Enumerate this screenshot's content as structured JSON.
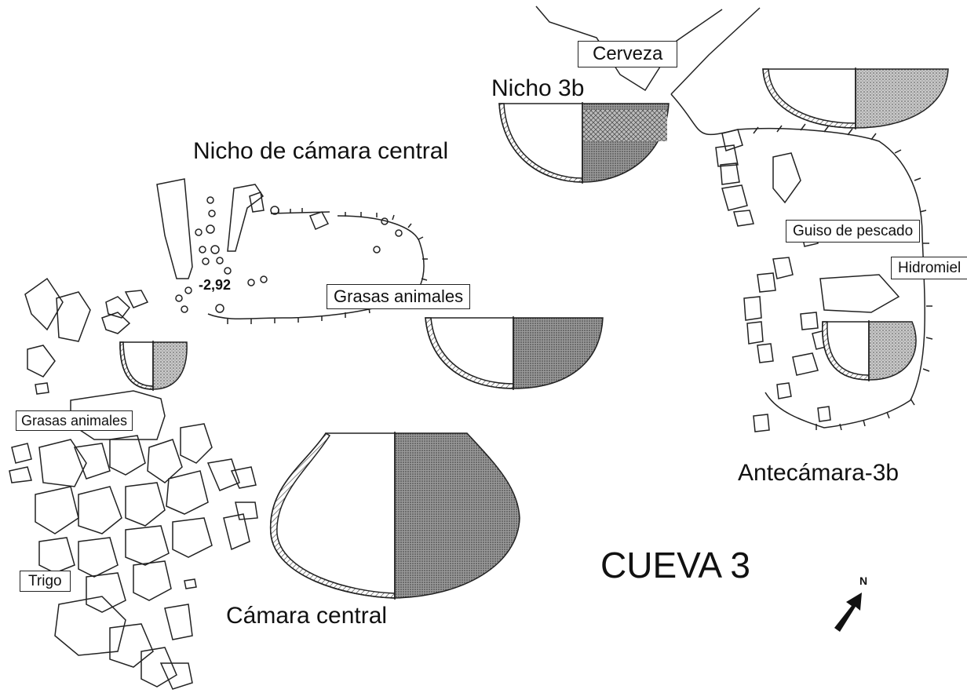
{
  "title": "CUEVA 3",
  "north_arrow": {
    "label": "N",
    "icon": "north-arrow-icon"
  },
  "region_labels": {
    "nicho_3b": "Nicho 3b",
    "nicho_camara_central": "Nicho de cámara central",
    "camara_central": "Cámara central",
    "antecamara_3b": "Antecámara-3b"
  },
  "residue_labels": {
    "cerveza": "Cerveza",
    "grasas_animales_center": "Grasas animales",
    "grasas_animales_left": "Grasas animales",
    "guiso_de_pescado": "Guiso de pescado",
    "hidromiel": "Hidromiel",
    "trigo": "Trigo"
  },
  "depth_marker": "-2,92"
}
